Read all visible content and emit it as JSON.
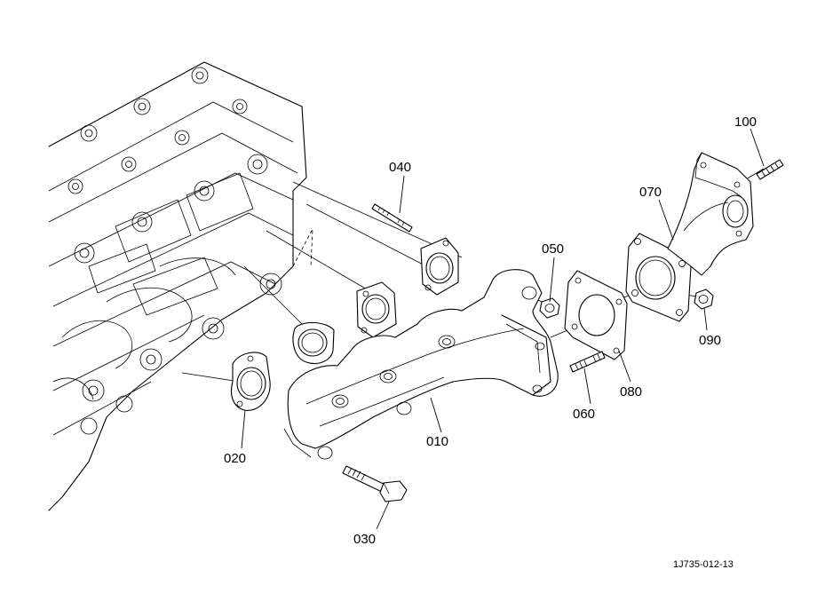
{
  "parts": [
    {
      "id": "p010",
      "number": "010"
    },
    {
      "id": "p020",
      "number": "020"
    },
    {
      "id": "p030",
      "number": "030"
    },
    {
      "id": "p040",
      "number": "040"
    },
    {
      "id": "p050",
      "number": "050"
    },
    {
      "id": "p060",
      "number": "060"
    },
    {
      "id": "p070",
      "number": "070"
    },
    {
      "id": "p080",
      "number": "080"
    },
    {
      "id": "p090",
      "number": "090"
    },
    {
      "id": "p100",
      "number": "100"
    }
  ],
  "drawing_reference": "1J735-012-13"
}
